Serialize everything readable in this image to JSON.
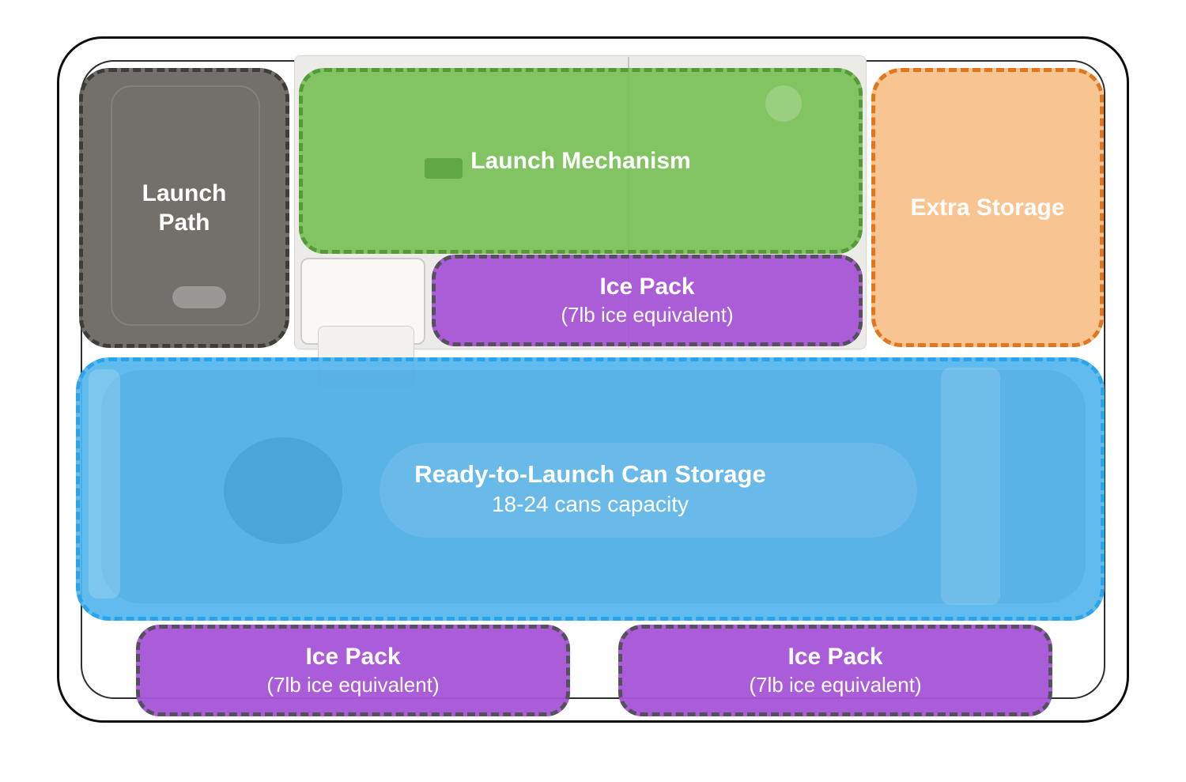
{
  "regions": {
    "launch_path": {
      "label": "Launch Path",
      "fill": "#686460",
      "border": "#3f3c39"
    },
    "launch_mechanism": {
      "label": "Launch Mechanism",
      "fill": "#78c056",
      "border": "#539b38"
    },
    "extra_storage": {
      "label": "Extra Storage",
      "fill": "#f8c38e",
      "border": "#e0761d"
    },
    "ice_pack_top": {
      "title": "Ice Pack",
      "subtitle": "(7lb ice equivalent)",
      "fill": "#a855d6",
      "border": "#55505e"
    },
    "can_storage": {
      "title": "Ready-to-Launch Can Storage",
      "subtitle": "18-24 cans capacity",
      "fill": "#55b6eb",
      "border": "#28a4ec"
    },
    "ice_pack_bottom_left": {
      "title": "Ice Pack",
      "subtitle": "(7lb ice equivalent)"
    },
    "ice_pack_bottom_right": {
      "title": "Ice Pack",
      "subtitle": "(7lb ice equivalent)"
    }
  }
}
